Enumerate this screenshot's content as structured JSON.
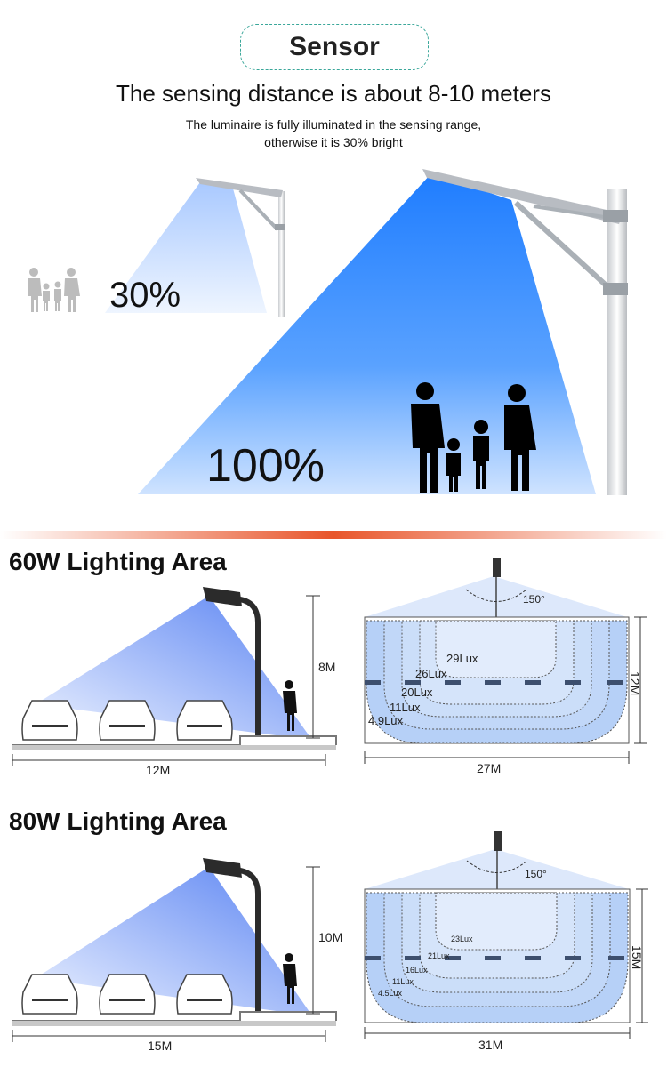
{
  "header": {
    "badge_label": "Sensor",
    "headline": "The sensing distance is about 8-10 meters",
    "sub_line1": "The luminaire is fully illuminated in the sensing range,",
    "sub_line2": "otherwise it is 30% bright"
  },
  "sensor_demo": {
    "dim_level": "30%",
    "full_level": "100%"
  },
  "sections": [
    {
      "title": "60W Lighting Area",
      "height_label": "8M",
      "road_width_label": "12M",
      "angle_label": "150°",
      "top_width_label": "27M",
      "top_depth_label": "12M",
      "lux_levels": [
        "29Lux",
        "26Lux",
        "20Lux",
        "11Lux",
        "4.9Lux"
      ]
    },
    {
      "title": "80W Lighting Area",
      "height_label": "10M",
      "road_width_label": "15M",
      "angle_label": "150°",
      "top_width_label": "31M",
      "top_depth_label": "15M",
      "lux_levels": [
        "23Lux",
        "21Lux",
        "16Lux",
        "11Lux",
        "4.5Lux"
      ]
    }
  ],
  "colors": {
    "badge_border": "#3aa79a",
    "beam_blue": "#3c8dff",
    "divider_orange": "#e8552a"
  }
}
